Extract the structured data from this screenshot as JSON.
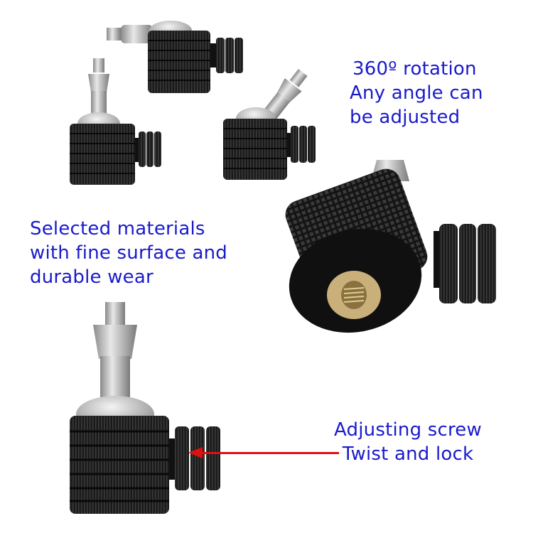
{
  "captions": {
    "rotation": {
      "line1": "360º rotation",
      "line2": "Any angle can",
      "line3": "be adjusted"
    },
    "materials": {
      "line1": "Selected materials",
      "line2": "with fine surface and",
      "line3": "durable wear"
    },
    "screw": {
      "line1": "Adjusting screw",
      "line2": "Twist and lock"
    }
  },
  "colors": {
    "text": "#1a1acc",
    "arrow": "#e01010",
    "metal_black": "#1c1c1c",
    "silver": "#c8c8c8",
    "brass": "#c9b07a"
  },
  "images": [
    {
      "name": "mount-horizontal-screw",
      "description": "ball head mount with screw tilted horizontally"
    },
    {
      "name": "mount-vertical-screw-small",
      "description": "ball head mount with screw upright"
    },
    {
      "name": "mount-angled-screw",
      "description": "ball head mount with screw at angle"
    },
    {
      "name": "mount-bottom-view",
      "description": "knurled base with brass threaded insert"
    },
    {
      "name": "mount-front-large",
      "description": "large front view of ball head mount"
    }
  ]
}
